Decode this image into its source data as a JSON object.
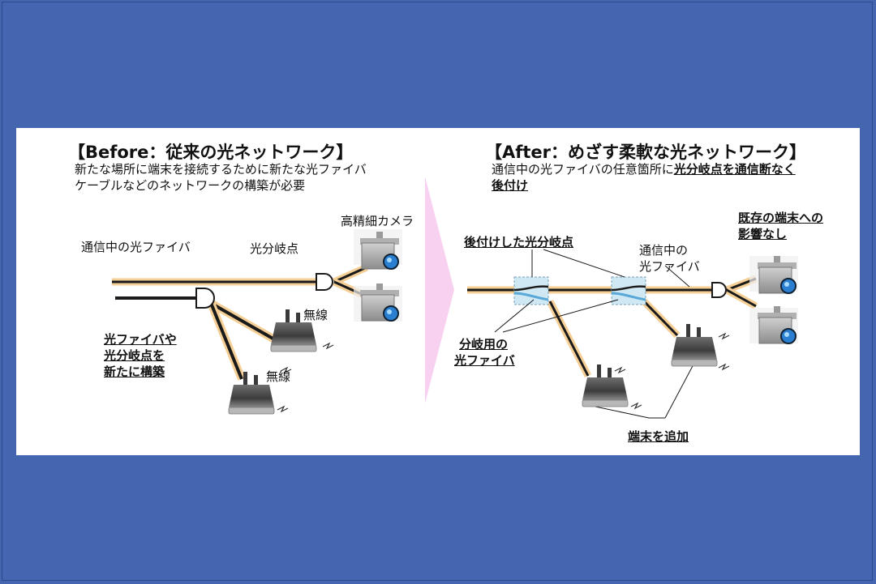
{
  "before": {
    "title": "【Before：従来の光ネットワーク】",
    "desc_line1": "新たな場所に端末を接続するために新たな光ファイバ",
    "desc_line2": "ケーブルなどのネットワークの構築が必要",
    "label_active_fiber": "通信中の光ファイバ",
    "label_splitter": "光分岐点",
    "label_camera": "高精細カメラ",
    "label_wireless_1": "無線",
    "label_wireless_2": "無線",
    "note_line1": "光ファイバや",
    "note_line2": "光分岐点を",
    "note_line3": "新たに構築"
  },
  "after": {
    "title": "【After：めざす柔軟な光ネットワーク】",
    "desc_line1_plain": "通信中の光ファイバの任意箇所に",
    "desc_line1_bold": "光分岐点を通信断なく",
    "desc_line2_bold": "後付け",
    "label_retrofit": "後付けした光分岐点",
    "label_active_fiber_1": "通信中の",
    "label_active_fiber_2": "光ファイバ",
    "label_no_impact_1": "既存の端末への",
    "label_no_impact_2": "影響なし",
    "label_branch_1": "分岐用の",
    "label_branch_2": "光ファイバ",
    "label_add_terminal": "端末を追加"
  },
  "colors": {
    "background": "#4466b0",
    "panel": "#ffffff",
    "fiber_glow": "#f5cf96",
    "fiber_core": "#1a1a1a",
    "arrow": "#f7c9ee",
    "coupler": "#cfe8f4",
    "coupler_wave": "#58a8d8",
    "camera_lens": "#2a7fd0"
  }
}
